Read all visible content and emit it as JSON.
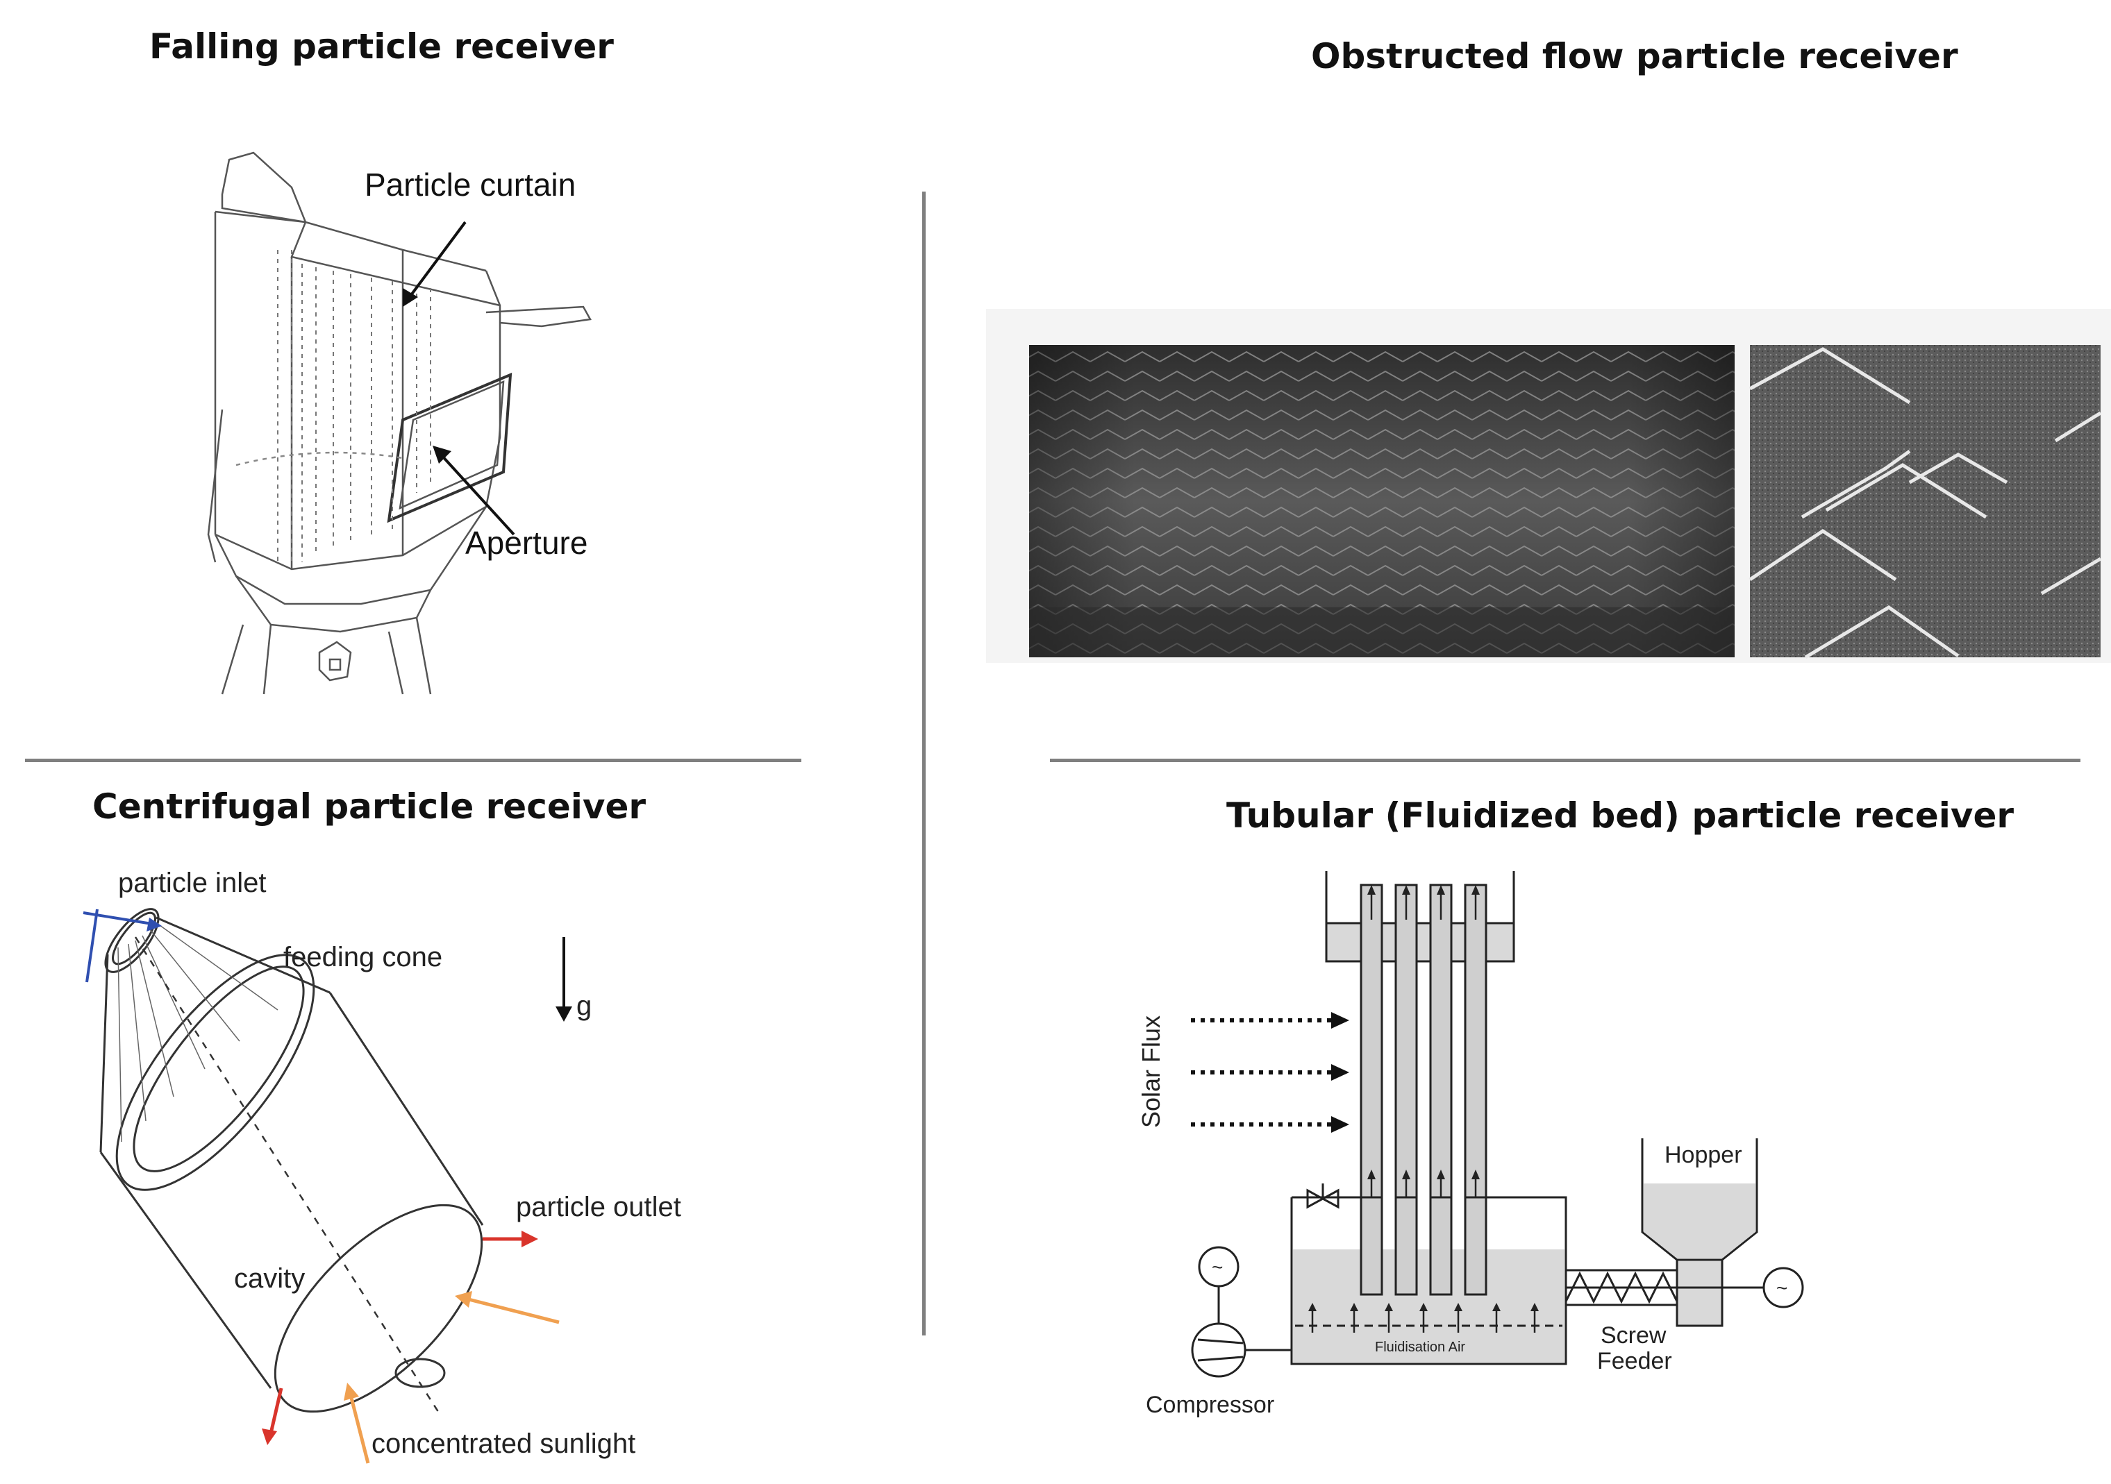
{
  "panels": {
    "falling": {
      "title": "Falling particle receiver",
      "labels": {
        "curtain": "Particle curtain",
        "aperture": "Aperture"
      }
    },
    "obstructed": {
      "title": "Obstructed flow particle receiver"
    },
    "centrifugal": {
      "title": "Centrifugal particle receiver",
      "labels": {
        "inlet": "particle inlet",
        "cone": "feeding cone",
        "gravity": "g",
        "outlet": "particle outlet",
        "cavity": "cavity",
        "sunlight": "concentrated sunlight"
      }
    },
    "tubular": {
      "title": "Tubular (Fluidized bed) particle receiver",
      "labels": {
        "flux": "Solar Flux",
        "hopper": "Hopper",
        "screw1": "Screw",
        "screw2": "Feeder",
        "air": "Fluidisation Air",
        "compressor": "Compressor",
        "tilde": "~"
      }
    }
  },
  "colors": {
    "divider": "#7f7f7f",
    "arrow_red": "#d9342b",
    "arrow_orange": "#f0a050",
    "arrow_blue": "#2f4fb0"
  }
}
